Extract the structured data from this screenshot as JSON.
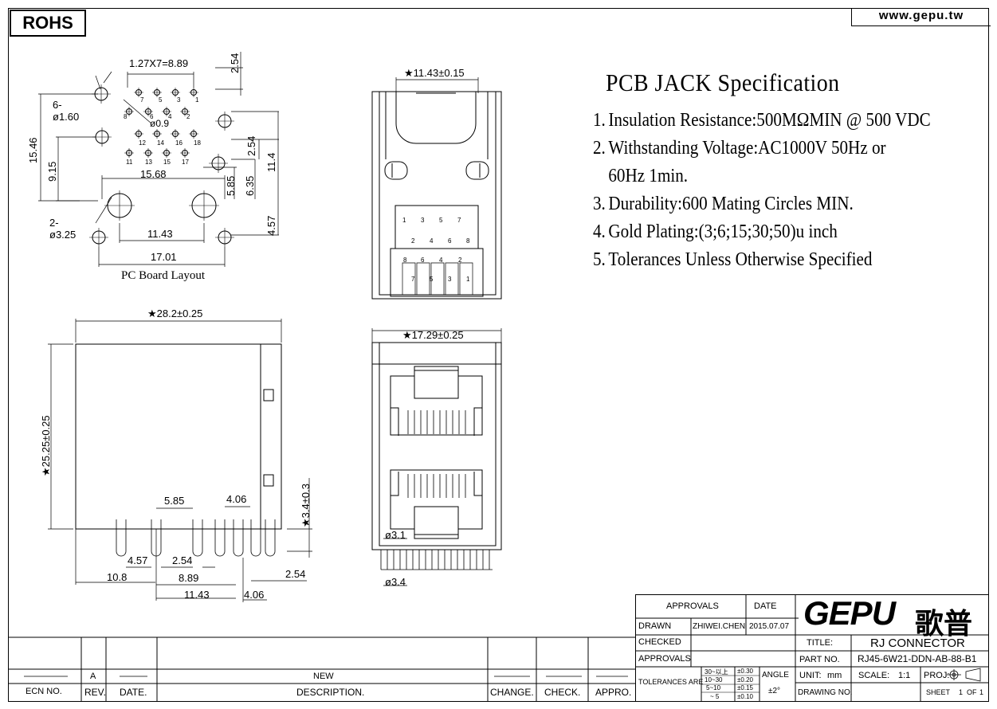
{
  "header": {
    "rohs": "ROHS",
    "website": "www.gepu.tw"
  },
  "spec": {
    "title": "PCB JACK Specification",
    "items": [
      {
        "num": "1.",
        "text": "Insulation Resistance:500MΩMIN @ 500 VDC"
      },
      {
        "num": "2.",
        "text": "Withstanding Voltage:AC1000V 50Hz or"
      },
      {
        "num": "",
        "text": "60Hz 1min."
      },
      {
        "num": "3.",
        "text": "Durability:600 Mating Circles MIN."
      },
      {
        "num": "4.",
        "text": "Gold Plating:(3;6;15;30;50)u inch"
      },
      {
        "num": "5.",
        "text": "Tolerances Unless Otherwise Specified"
      }
    ]
  },
  "pcb_layout": {
    "caption": "PC Board Layout",
    "dims": {
      "pitch": "1.27X7=8.89",
      "d254_top": "2.54",
      "holes6": "6-ø1.60",
      "pin_dia": "ø0.9",
      "h1546": "15.46",
      "h915": "9.15",
      "w1568": "15.68",
      "d254_mid": "2.54",
      "h114": "11.4",
      "h585": "5.85",
      "h635": "6.35",
      "holes2": "2-ø3.25",
      "w1143": "11.43",
      "h457": "4.57",
      "w1701": "17.01"
    },
    "top_pins": [
      "7",
      "5",
      "3",
      "1",
      "8",
      "6",
      "4",
      "2"
    ],
    "bottom_pins": [
      "12",
      "14",
      "16",
      "18",
      "11",
      "13",
      "15",
      "17"
    ]
  },
  "top_view": {
    "width": "★11.43±0.15"
  },
  "top_view_pins": [
    "1",
    "3",
    "5",
    "7",
    "2",
    "4",
    "6",
    "8"
  ],
  "bottom_port_pins": [
    "8",
    "6",
    "4",
    "2",
    "7",
    "5",
    "3",
    "1"
  ],
  "side_view": {
    "width": "★28.2±0.25",
    "height": "★25.25±0.25",
    "pin_len": "★3.4±0.3",
    "d585": "5.85",
    "d406a": "4.06",
    "d457": "4.57",
    "d254a": "2.54",
    "d108": "10.8",
    "d889": "8.89",
    "d1143": "11.43",
    "d406b": "4.06",
    "d254b": "2.54"
  },
  "front_view": {
    "width": "★17.29±0.25",
    "d31": "ø3.1",
    "d34": "ø3.4"
  },
  "title_block": {
    "approvals_hdr": "APPROVALS",
    "date_hdr": "DATE",
    "drawn": "DRAWN",
    "drawn_by": "ZHIWEI.CHEN",
    "drawn_date": "2015.07.07",
    "checked": "CHECKED",
    "approvals": "APPROVALS",
    "tolerances": "TOLERANCES ARE",
    "tol_rows": [
      {
        "range": "30~以上",
        "tol": "±0.30"
      },
      {
        "range": "10~30",
        "tol": "±0.20"
      },
      {
        "range": "5~10",
        "tol": "±0.15"
      },
      {
        "range": "~ 5",
        "tol": "±0.10"
      }
    ],
    "angle": "ANGLE",
    "angle_tol": "±2°",
    "title_lbl": "TITLE:",
    "title_val": "RJ CONNECTOR",
    "partno_lbl": "PART NO.",
    "partno_val": "RJ45-6W21-DDN-AB-88-B1",
    "unit_lbl": "UNIT:",
    "unit_val": "mm",
    "scale_lbl": "SCALE:",
    "scale_val": "1:1",
    "proj_lbl": "PROJ:",
    "drawing_no_lbl": "DRAWING NO.",
    "sheet_lbl": "SHEET",
    "sheet_val": "1",
    "of_lbl": "OF",
    "of_val": "1",
    "logo": "GEPU",
    "logo_cn": "歌普"
  },
  "revision_block": {
    "rev": "A",
    "new": "NEW",
    "ecn_lbl": "ECN NO.",
    "rev_lbl": "REV.",
    "date_lbl": "DATE.",
    "desc_lbl": "DESCRIPTION.",
    "change_lbl": "CHANGE.",
    "check_lbl": "CHECK.",
    "appro_lbl": "APPRO."
  }
}
